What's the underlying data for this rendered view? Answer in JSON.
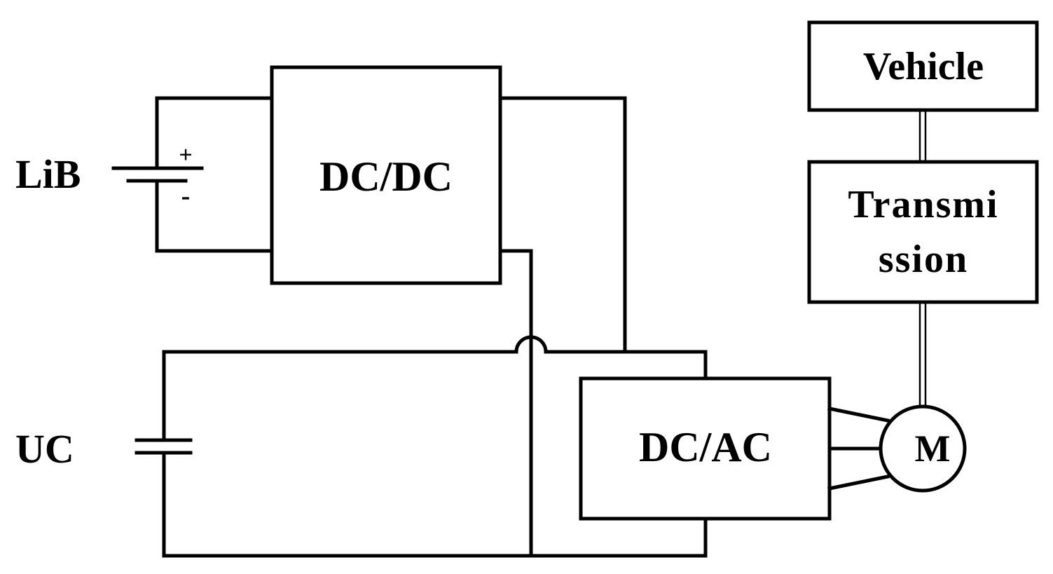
{
  "labels": {
    "lib": "LiB",
    "uc": "UC",
    "dcdc": "DC/DC",
    "dcac": "DC/AC",
    "motor": "M",
    "vehicle": "Vehicle",
    "transmission_line1": "Transmi",
    "transmission_line2": "ssion",
    "battery_plus": "+",
    "battery_minus": "-"
  },
  "colors": {
    "line": "#000000",
    "background": "#ffffff"
  }
}
